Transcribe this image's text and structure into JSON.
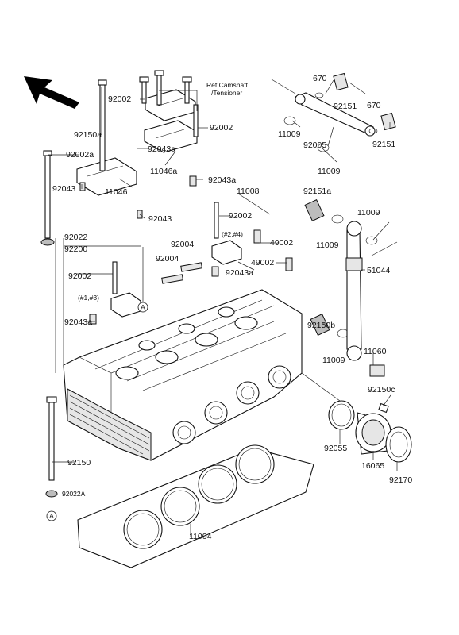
{
  "labels": {
    "ref_camshaft": "Ref.Camshaft",
    "ref_tensioner": "/Tensioner",
    "p92002_top": "92002",
    "p92002_right": "92002",
    "p92002_mid": "92002",
    "p92002_left": "92002",
    "p92150a": "92150a",
    "p92002a": "92002a",
    "p92043_left": "92043",
    "p92043a_1": "92043a",
    "p92043a_2": "92043a",
    "p92043a_3": "92043a",
    "p92043a_4": "92043a",
    "p11046a": "11046a",
    "p11046": "11046",
    "p92043_mid": "92043",
    "p92022": "92022",
    "p92200": "92200",
    "p92004_a": "92004",
    "p92004_b": "92004",
    "p11008": "11008",
    "p49002_a": "49002",
    "p49002_b": "49002",
    "cyl_24": "(#2,#4)",
    "cyl_13": "(#1,#3)",
    "p670_a": "670",
    "p670_b": "670",
    "p92151_a": "92151",
    "p92151_b": "92151",
    "p11009_1": "11009",
    "p11009_2": "11009",
    "p11009_3": "11009",
    "p11009_4": "11009",
    "p11009_5": "11009",
    "p92005": "92005",
    "p92151a": "92151a",
    "p51044": "51044",
    "p92150b": "92150b",
    "p11060": "11060",
    "p92150c": "92150c",
    "p92055": "92055",
    "p16065": "16065",
    "p92170": "92170",
    "p92150": "92150",
    "p92022A": "92022A",
    "p11004": "11004",
    "marker_a": "A"
  },
  "icons": {
    "front_arrow": "arrow-up-left-icon"
  }
}
